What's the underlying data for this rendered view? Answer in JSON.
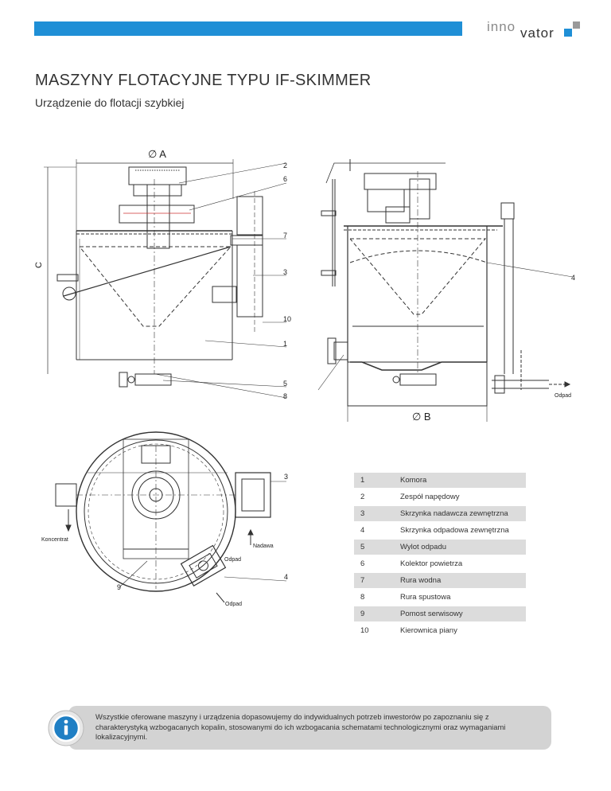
{
  "header": {
    "logo_prefix": "inno",
    "logo_suffix": "vator",
    "brand_color": "#1f8fd6"
  },
  "title": "MASZYNY FLOTACYJNE TYPU IF-SKIMMER",
  "subtitle": "Urządzenie do flotacji szybkiej",
  "drawing": {
    "dim_a": "∅ A",
    "dim_b": "∅ B",
    "dim_c": "C",
    "callouts": [
      "2",
      "6",
      "7",
      "3",
      "10",
      "1",
      "5",
      "8",
      "4"
    ],
    "plan_callouts": [
      "3",
      "4",
      "9"
    ],
    "labels": {
      "odpad_right": "Odpad",
      "koncentrat": "Koncentrat",
      "nadawa": "Nadawa",
      "odpad_plan1": "Odpad",
      "odpad_plan2": "Odpad"
    }
  },
  "legend": [
    {
      "num": "1",
      "label": "Komora"
    },
    {
      "num": "2",
      "label": "Zespół napędowy"
    },
    {
      "num": "3",
      "label": "Skrzynka nadawcza zewnętrzna"
    },
    {
      "num": "4",
      "label": "Skrzynka odpadowa zewnętrzna"
    },
    {
      "num": "5",
      "label": "Wylot odpadu"
    },
    {
      "num": "6",
      "label": "Kolektor powietrza"
    },
    {
      "num": "7",
      "label": "Rura wodna"
    },
    {
      "num": "8",
      "label": "Rura spustowa"
    },
    {
      "num": "9",
      "label": "Pomost serwisowy"
    },
    {
      "num": "10",
      "label": "Kierownica piany"
    }
  ],
  "info": {
    "icon": "info-icon",
    "text": "Wszystkie oferowane maszyny i urządzenia dopasowujemy do indywidualnych potrzeb inwestorów po zapoznaniu się z charakterystyką wzbogacanych kopalin, stosowanymi do ich wzbogacania schematami technologicznymi oraz wymaganiami lokalizacyjnymi."
  }
}
